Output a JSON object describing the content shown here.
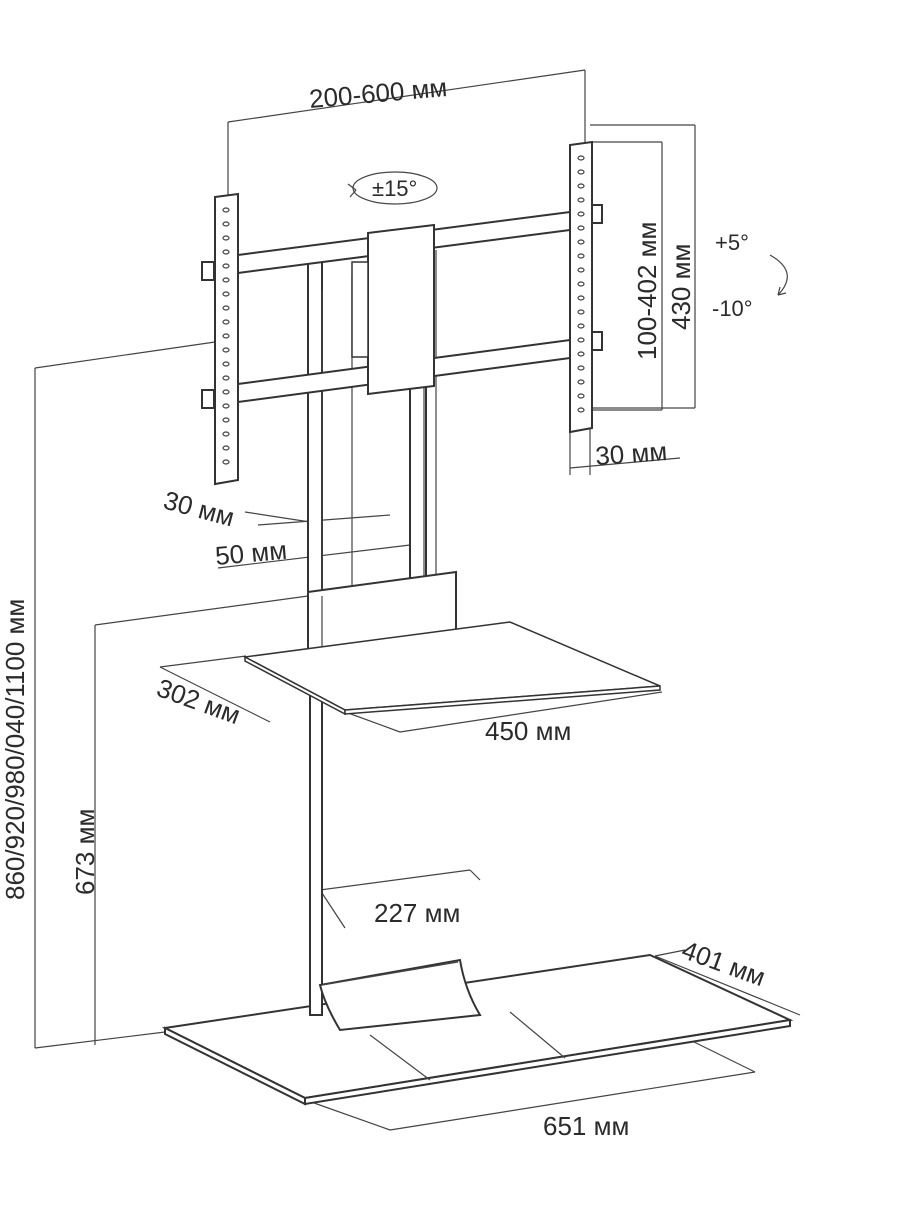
{
  "dimensions": {
    "vesa_width": "200-600 мм",
    "swivel": "±15°",
    "vesa_height": "100-402 мм",
    "bracket_height": "430 мм",
    "tilt_up": "+5°",
    "tilt_down": "-10°",
    "bracket_depth": "30 мм",
    "column_width": "30 мм",
    "column_depth": "50 мм",
    "total_height": "860/920/980/040/1100 мм",
    "shelf_height": "673 мм",
    "shelf_depth": "302 мм",
    "shelf_width": "450 мм",
    "column_base_width": "227 мм",
    "base_depth": "401 мм",
    "base_width": "651 мм"
  },
  "colors": {
    "line": "#333333",
    "text": "#2b2b2b",
    "background": "#ffffff"
  }
}
